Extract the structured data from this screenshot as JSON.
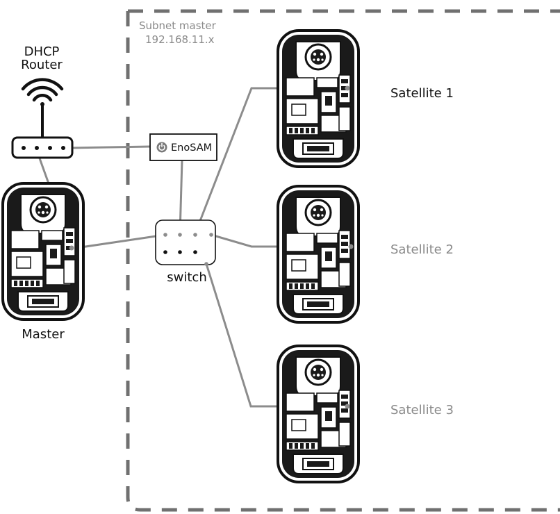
{
  "subnet": {
    "title": "Subnet master",
    "ip": "192.168.11.x"
  },
  "router": {
    "line1": "DHCP",
    "line2": "Router",
    "icon": "wifi-icon"
  },
  "enosam": {
    "label": "EnoSAM",
    "icon": "power-icon"
  },
  "switch": {
    "label": "switch"
  },
  "master": {
    "label": "Master"
  },
  "satellites": [
    {
      "label": "Satellite 1"
    },
    {
      "label": "Satellite 2"
    },
    {
      "label": "Satellite 3"
    }
  ],
  "colors": {
    "cable": "#8c8c8c",
    "border": "#707070",
    "device": "#111111",
    "satellite_label_active": "#111111",
    "satellite_label_inactive": "#8a8a8a"
  }
}
